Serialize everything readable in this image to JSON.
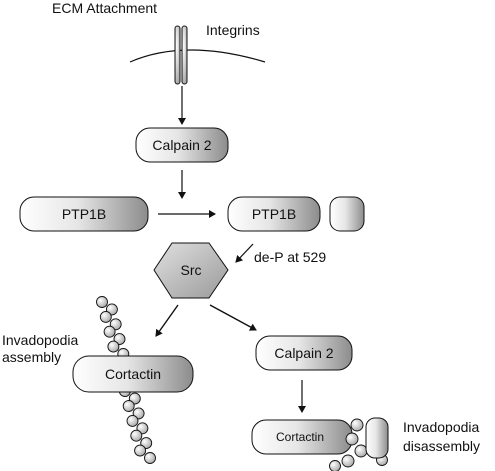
{
  "labels": {
    "ecm_attachment": "ECM Attachment",
    "integrins": "Integrins",
    "calpain2_top": "Calpain 2",
    "ptp1b_left": "PTP1B",
    "ptp1b_right": "PTP1B",
    "src": "Src",
    "dephospho": "de-P at 529",
    "invadopodia_assembly_line1": "Invadopodia",
    "invadopodia_assembly_line2": "assembly",
    "cortactin_assembly": "Cortactin",
    "calpain2_bottom": "Calpain 2",
    "cortactin_disassembly": "Cortactin",
    "invadopodia_disassembly_line1": "Invadopodia",
    "invadopodia_disassembly_line2": "disassembly"
  }
}
